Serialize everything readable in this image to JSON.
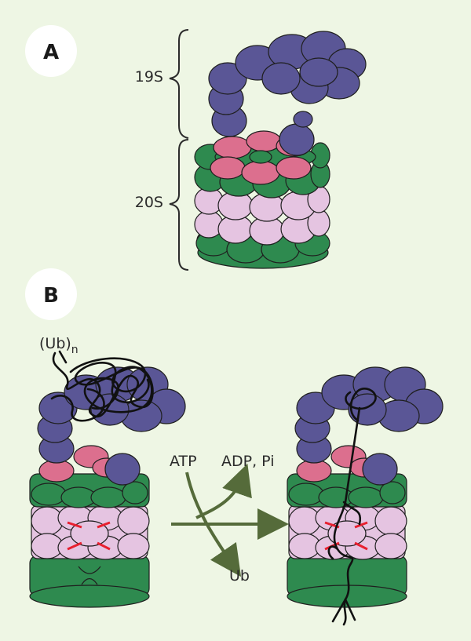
{
  "panels": {
    "a": {
      "badge": "A",
      "label_19s": "19S",
      "label_20s": "20S"
    },
    "b": {
      "badge": "B",
      "ubn_main": "(Ub)",
      "ubn_sub": "n",
      "atp": "ATP",
      "adp_pi": "ADP, Pi",
      "ub": "Ub"
    }
  },
  "colors": {
    "background": "#eef6e4",
    "regulatory_19s": "#5a5696",
    "alpha_ring": "#dc6f8e",
    "beta_ring": "#e5c4e1",
    "outer_ring": "#2e8a4f",
    "active_site": "#e8202f",
    "arrow": "#556b3a",
    "polyubiquitin": "#111111"
  }
}
